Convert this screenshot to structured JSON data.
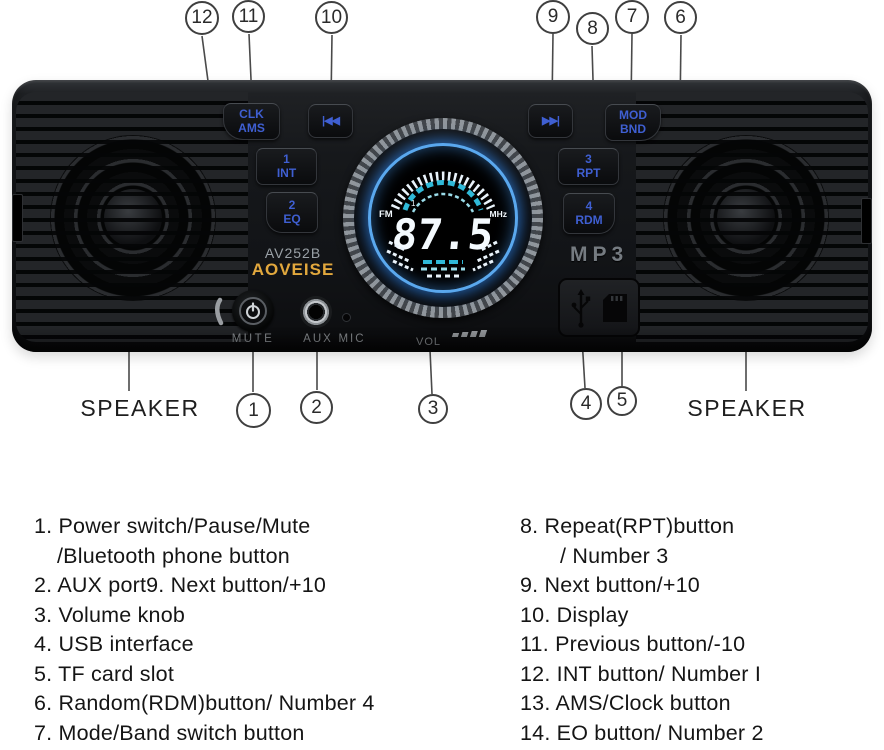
{
  "device": {
    "model_label": "AV252B",
    "brand_label": "AOVEISE",
    "format_label": "MP3",
    "display": {
      "band": "FM",
      "preset": "1",
      "frequency": "87.5",
      "unit": "MHz"
    },
    "buttons": {
      "clk_line1": "CLK",
      "clk_line2": "AMS",
      "prev_glyph": "|◀◀",
      "next_glyph": "▶▶|",
      "int_line1": "1",
      "int_line2": "INT",
      "eq_line1": "2",
      "eq_line2": "EQ",
      "rpt_line1": "3",
      "rpt_line2": "RPT",
      "rdm_line1": "4",
      "rdm_line2": "RDM",
      "mod_line1": "MOD",
      "mod_line2": "BND"
    },
    "panel_labels": {
      "mute": "MUTE",
      "aux": "AUX",
      "mic": "MIC",
      "vol": "VOL"
    }
  },
  "callouts": {
    "top": [
      "12",
      "11",
      "10",
      "9",
      "8",
      "7",
      "6"
    ],
    "bottom": [
      "1",
      "2",
      "3",
      "4",
      "5"
    ]
  },
  "speaker_labels": {
    "left": "SPEAKER",
    "right": "SPEAKER"
  },
  "legend": {
    "left": [
      "1. Power switch/Pause/Mute",
      "/Bluetooth phone button",
      "2. AUX port9. Next button/+10",
      "3. Volume knob",
      "4. USB interface",
      "5. TF card slot",
      "6. Random(RDM)button/ Number 4",
      "7. Mode/Band switch button"
    ],
    "right": [
      "8. Repeat(RPT)button",
      "/ Number 3",
      "9. Next button/+10",
      "10. Display",
      "11. Previous button/-10",
      "12. INT button/ Number I",
      "13. AMS/Clock button",
      "14. EO button/ Number 2"
    ]
  },
  "colors": {
    "button_text_blue": "#3f5fd2",
    "brand_gold": "#e2a83d",
    "display_ring_blue": "#5aa8ee",
    "display_cyan": "#2fb9d8"
  }
}
